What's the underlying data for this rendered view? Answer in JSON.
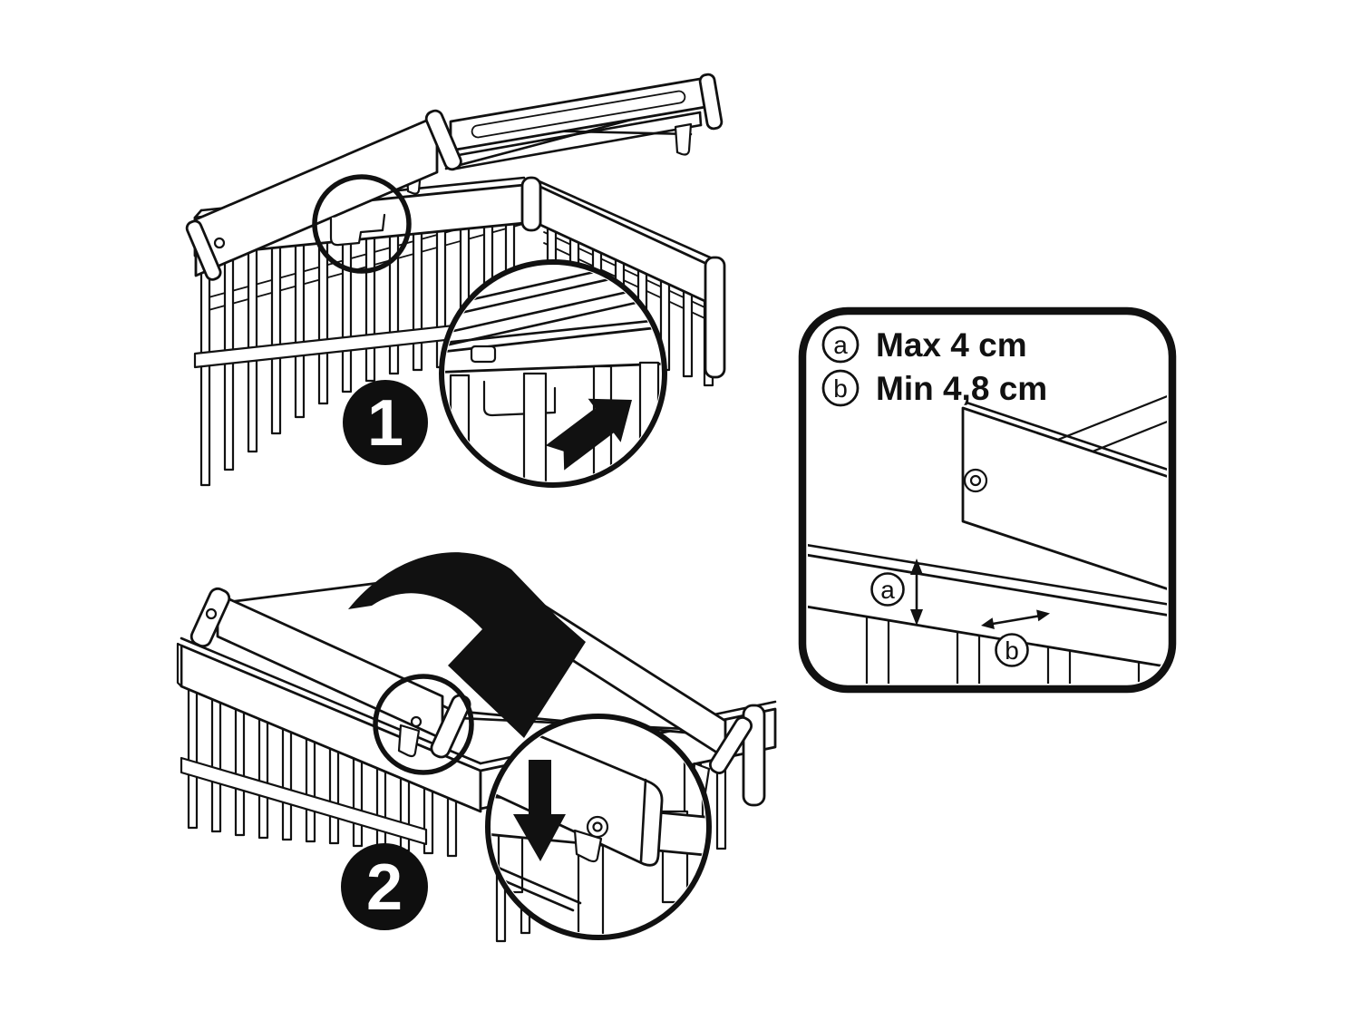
{
  "figure_type": "assembly-instructions",
  "colors": {
    "background": "#ffffff",
    "line": "#111111",
    "badge_fill": "#0f0f0f",
    "badge_text": "#ffffff"
  },
  "steps": [
    {
      "number": "1",
      "arrow_icon": "slide-hook-up-right-arrow"
    },
    {
      "number": "2",
      "arrow_icon": "rotate-down-curved-arrow"
    }
  ],
  "legend": {
    "items": [
      {
        "key": "a",
        "value": "Max 4 cm"
      },
      {
        "key": "b",
        "value": "Min 4,8 cm"
      }
    ]
  },
  "callouts": [
    {
      "label": "a",
      "measure": "vertical-double-arrow"
    },
    {
      "label": "b",
      "measure": "horizontal-double-arrow"
    }
  ],
  "icons": {
    "step1_detail": "up-right-arrow-icon",
    "step2_main": "curved-rotate-down-arrow-icon",
    "step2_detail": "down-arrow-icon",
    "measure_a": "vertical-double-arrow-icon",
    "measure_b": "horizontal-double-arrow-icon"
  }
}
